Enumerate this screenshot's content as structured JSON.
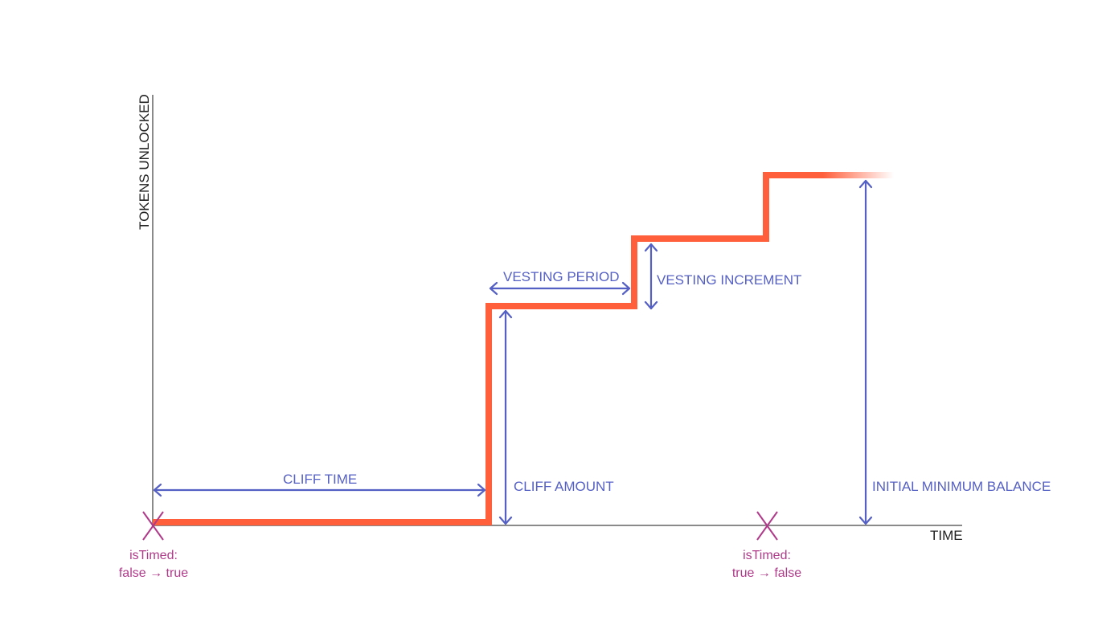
{
  "colors": {
    "vesting_curve": "#ff5f3b",
    "annotation": "#5560c4",
    "event": "#b03a8a",
    "axis": "#8a8a8a",
    "axis_text": "#222222"
  },
  "axes": {
    "y_label": "TOKENS UNLOCKED",
    "x_label": "TIME"
  },
  "annotations": {
    "cliff_time": "CLIFF TIME",
    "cliff_amount": "CLIFF AMOUNT",
    "vesting_period": "VESTING PERIOD",
    "vesting_increment": "VESTING INCREMENT",
    "initial_minimum_balance": "INITIAL MINIMUM BALANCE"
  },
  "events": [
    {
      "line1": "isTimed:",
      "line2": "false → true"
    },
    {
      "line1": "isTimed:",
      "line2": "true → false"
    }
  ],
  "schedule": {
    "description": "Step-wise token unlock: nothing until the cliff, then a cliff amount, then equal increments each vesting period until the initial minimum balance is reached",
    "steps": [
      {
        "phase": "pre-cliff",
        "unlocked_fraction": 0
      },
      {
        "phase": "cliff",
        "unlocked_fraction": 0.62
      },
      {
        "phase": "increment-1",
        "unlocked_fraction": 0.81
      },
      {
        "phase": "increment-2",
        "unlocked_fraction": 1.0
      }
    ]
  }
}
